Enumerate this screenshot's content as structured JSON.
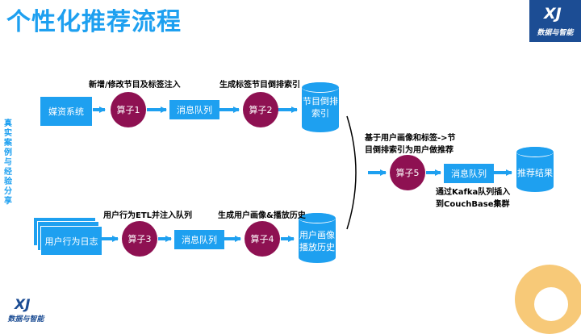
{
  "title": "个性化推荐流程",
  "side_label": "真实案例与经验分享",
  "logo": {
    "mark": "XJ",
    "text": "数据与智能"
  },
  "nodes": {
    "media": "媒资系统",
    "op1": "算子1",
    "mq1": "消息队列",
    "op2": "算子2",
    "db1": "节目倒排索引",
    "logs": "用户行为日志",
    "op3": "算子3",
    "mq2": "消息队列",
    "op4": "算子4",
    "db2": "用户画像播放历史",
    "op5": "算子5",
    "mq3": "消息队列",
    "result": "推荐结果"
  },
  "labels": {
    "l1": "新增/修改节目及标签注入",
    "l2": "生成标签节目倒排索引",
    "l3": "用户行为ETL并注入队列",
    "l4": "生成用户画像&播放历史",
    "l5a": "基于用户画像和标签->节",
    "l5b": "目倒排索引为用户做推荐",
    "l6a": "通过Kafka队列插入",
    "l6b": "到CouchBase集群"
  },
  "colors": {
    "accent": "#1ea0f0",
    "operator": "#8e1152",
    "brand": "#1c4d94"
  }
}
